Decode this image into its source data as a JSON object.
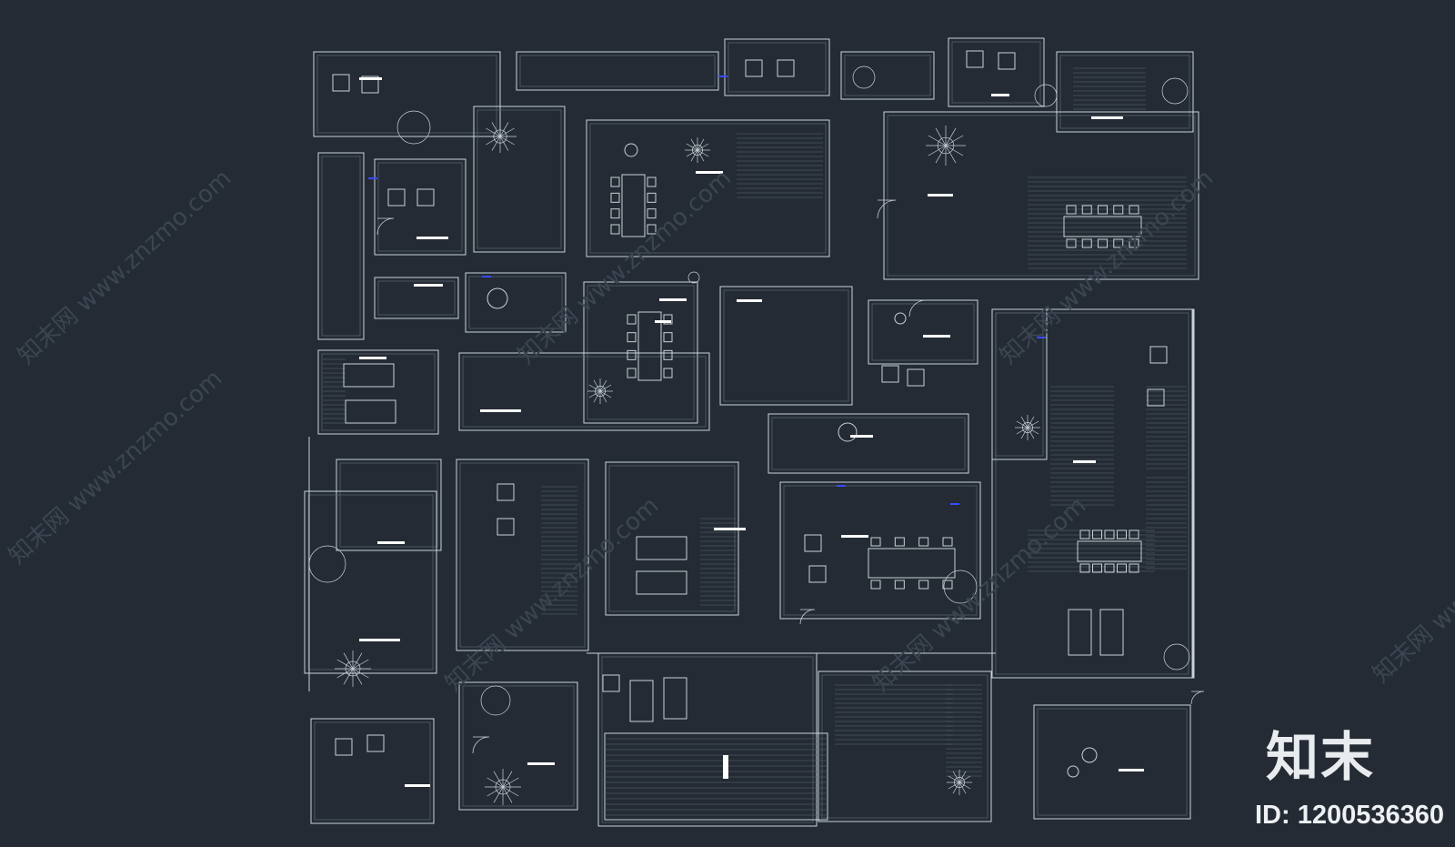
{
  "watermark": {
    "brand": "知末",
    "id_text": "ID: 1200536360",
    "diagonal_text": "知末网 www.znzmo.com"
  },
  "colors": {
    "background": "#242b34",
    "linework": "#c9d1d9",
    "hatch": "#5c6673",
    "accent_white": "#ffffff",
    "accent_blue": "#3a4cff"
  }
}
